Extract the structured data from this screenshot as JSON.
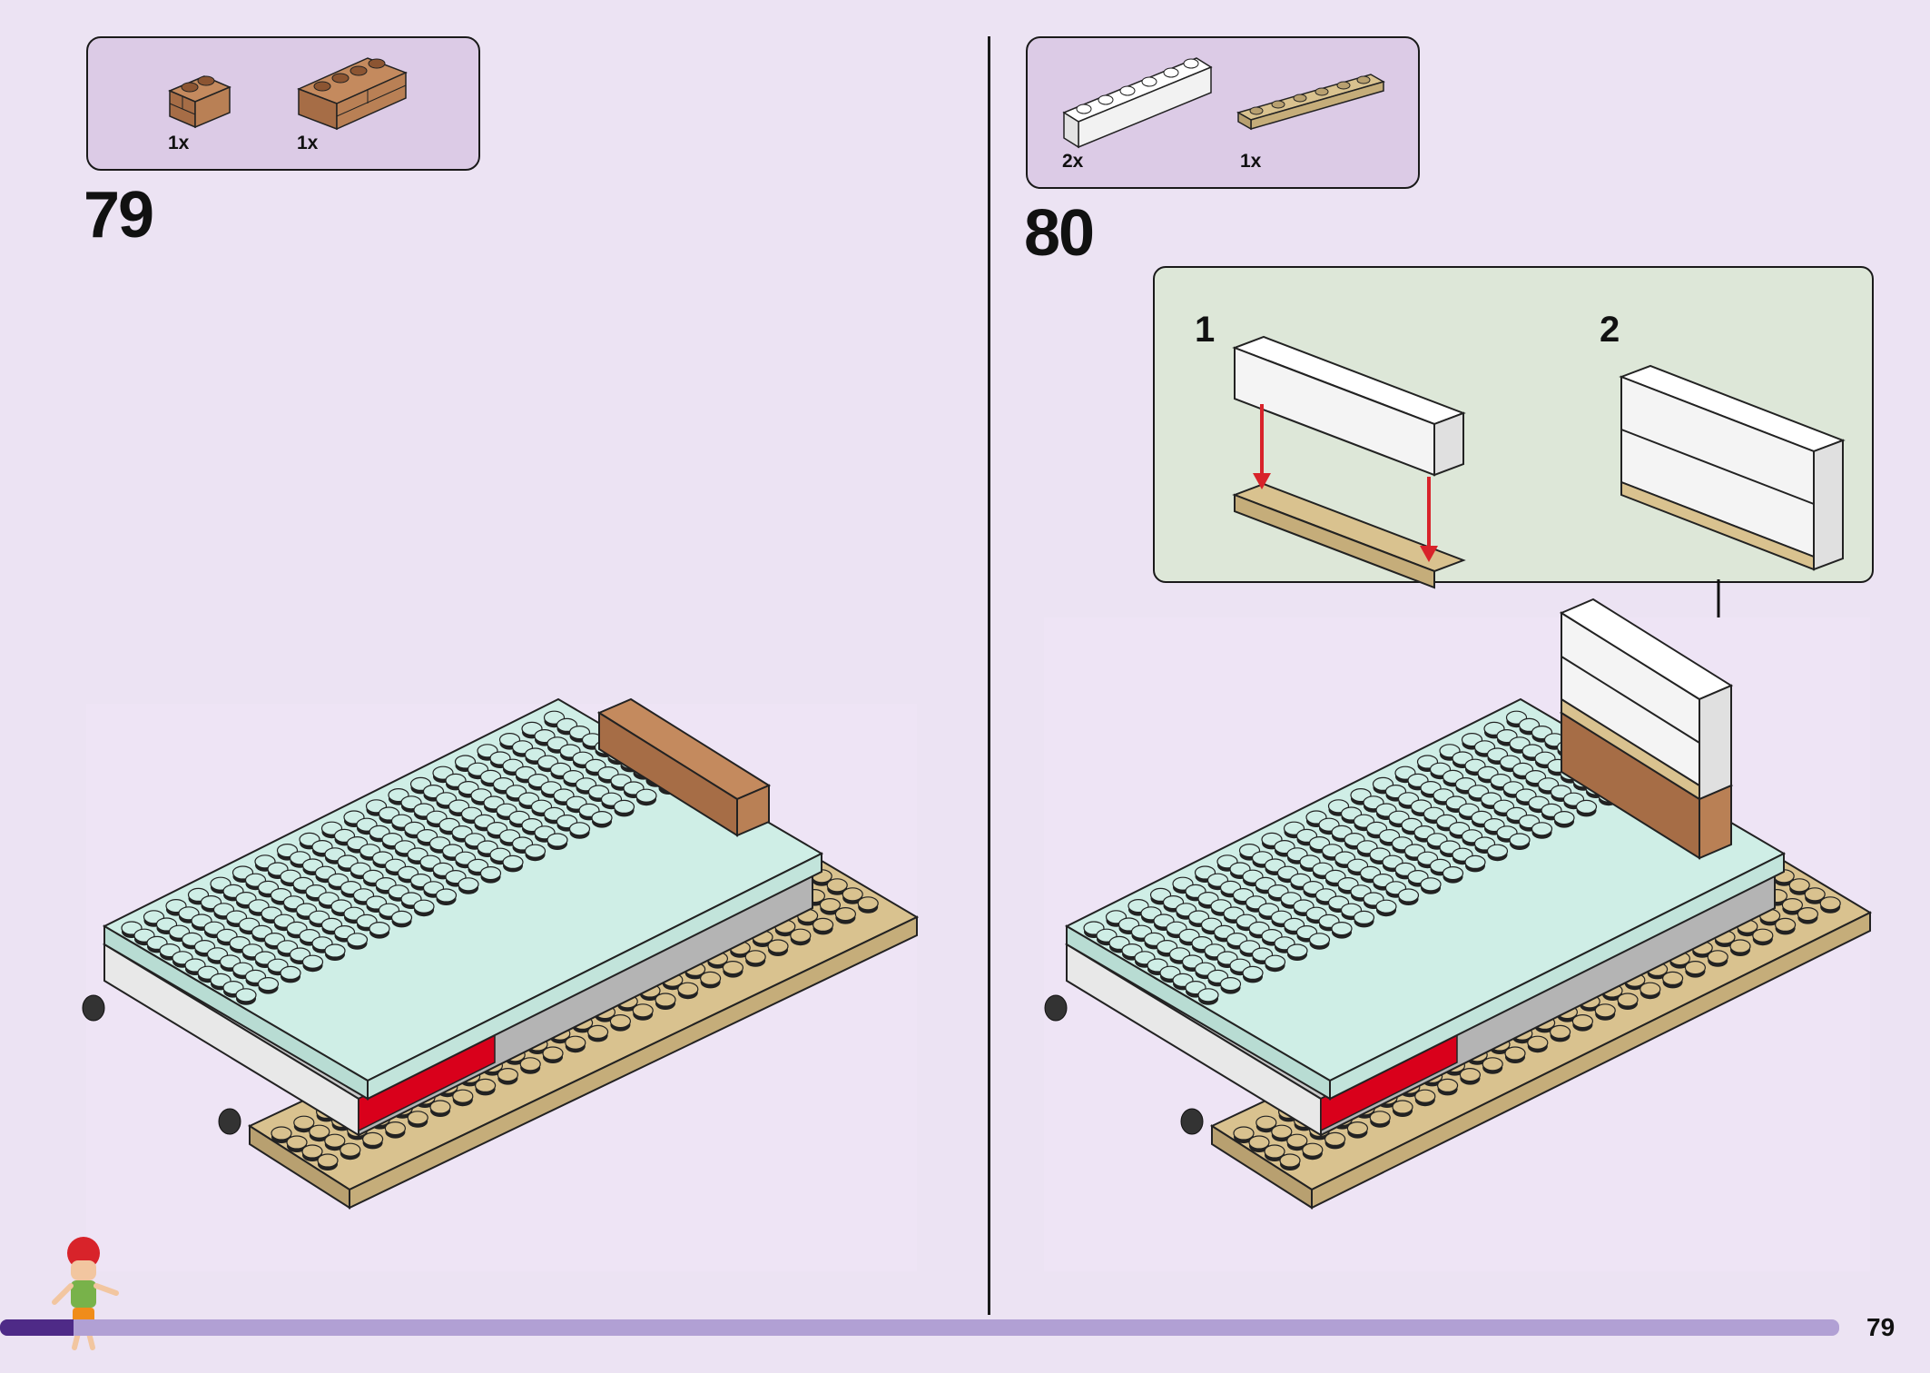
{
  "left_step": {
    "number": "79",
    "parts": [
      {
        "qty": "1x",
        "part": "brick 1x2 masonry profile",
        "color": "#b07a52"
      },
      {
        "qty": "1x",
        "part": "brick 1x4 masonry profile",
        "color": "#b07a52"
      }
    ]
  },
  "right_step": {
    "number": "80",
    "parts": [
      {
        "qty": "2x",
        "part": "brick 1x6",
        "color": "#ffffff"
      },
      {
        "qty": "1x",
        "part": "plate 1x6",
        "color": "#d9c28f"
      }
    ],
    "substeps": [
      {
        "number": "1"
      },
      {
        "number": "2"
      }
    ]
  },
  "footer": {
    "page_number": "79",
    "progress": 0.04
  },
  "colors": {
    "background": "#ece3f3",
    "parts_box": "#dccbe6",
    "sub_box": "#dde7d8",
    "progress_track": "#b1a0d4",
    "progress_fill": "#4e2a87",
    "arrow": "#d8232a",
    "tan": "#d9c28f",
    "light_aqua": "#cfeee6",
    "reddish_brown": "#b07a52"
  }
}
